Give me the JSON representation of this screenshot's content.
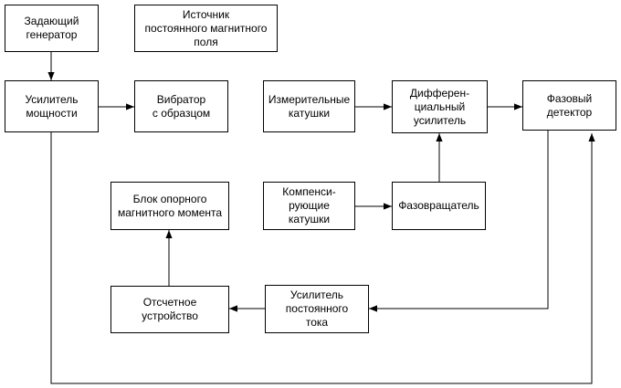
{
  "blocks": {
    "master_generator": "Задающий\nгенератор",
    "magnetic_field_source": "Источник\nпостоянного магнитного\nполя",
    "power_amplifier": "Усилитель\nмощности",
    "vibrator": "Вибратор\nс образцом",
    "measuring_coils": "Измерительные\nкатушки",
    "differential_amplifier": "Дифферен-\nциальный\nусилитель",
    "phase_detector": "Фазовый\nдетектор",
    "reference_moment_unit": "Блок опорного\nмагнитного момента",
    "compensating_coils": "Компенси-\nрующие\nкатушки",
    "phase_shifter": "Фазовращатель",
    "readout_device": "Отсчетное\nустройство",
    "dc_amplifier": "Усилитель\nпостоянного\nтока"
  }
}
